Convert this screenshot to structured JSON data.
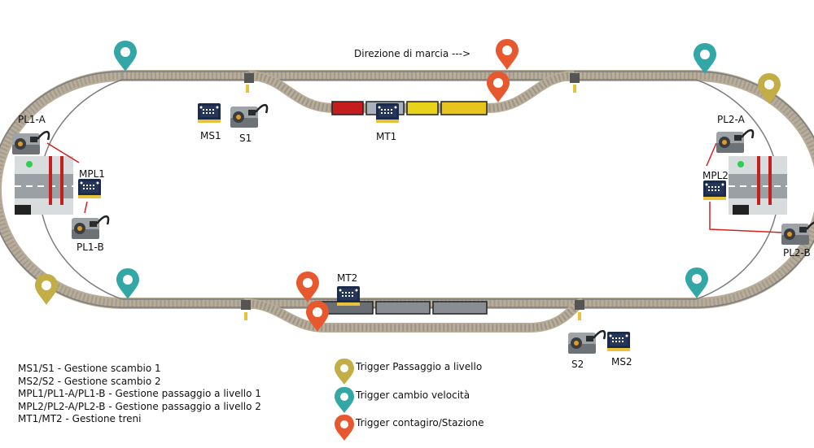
{
  "direction_label": "Direzione di marcia --->",
  "labels": {
    "ms1": "MS1",
    "s1": "S1",
    "mt1": "MT1",
    "pl1a": "PL1-A",
    "mpl1": "MPL1",
    "pl1b": "PL1-B",
    "pl2a": "PL2-A",
    "mpl2": "MPL2",
    "pl2b": "PL2-B",
    "mt2": "MT2",
    "s2": "S2",
    "ms2": "MS2"
  },
  "legend": [
    "MS1/S1 - Gestione scambio 1",
    "MS2/S2 - Gestione scambio 2",
    "MPL1/PL1-A/PL1-B - Gestione passaggio a livello 1",
    "MPL2/PL2-A/PL2-B - Gestione passaggio a livello 2",
    "MT1/MT2 - Gestione treni"
  ],
  "marker_legend": [
    {
      "icon": "olive-pin-icon",
      "color": "#c2ae45",
      "text": "Trigger Passaggio a livello"
    },
    {
      "icon": "teal-pin-icon",
      "color": "#33a6a6",
      "text": "Trigger cambio velocità"
    },
    {
      "icon": "orange-pin-icon",
      "color": "#e8582f",
      "text": "Trigger contagiro/Stazione"
    }
  ],
  "colors": {
    "rail": "#8a8a8a",
    "sleeper": "#9c8f7c",
    "olive": "#c2ae45",
    "teal": "#33a6a6",
    "orange": "#e8582f",
    "wire": "#d42020",
    "microbit": "#1b2a4a"
  }
}
